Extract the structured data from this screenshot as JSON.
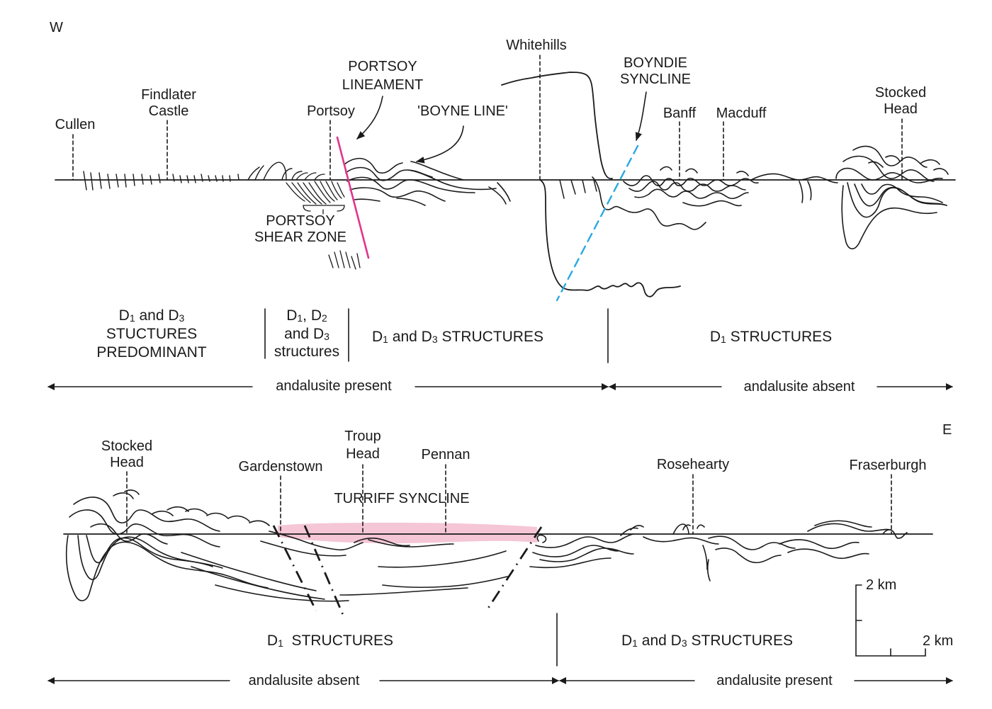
{
  "west_section": {
    "direction": "W",
    "places": {
      "cullen": "Cullen",
      "findlater_castle_1": "Findlater",
      "findlater_castle_2": "Castle",
      "portsoy": "Portsoy",
      "whitehills": "Whitehills",
      "banff": "Banff",
      "macduff": "Macduff",
      "stocked_head_1": "Stocked",
      "stocked_head_2": "Head"
    },
    "features": {
      "portsoy_lineament_1": "PORTSOY",
      "portsoy_lineament_2": "LINEAMENT",
      "boyne_line": "'BOYNE LINE'",
      "boyndie_syncline_1": "BOYNDIE",
      "boyndie_syncline_2": "SYNCLINE",
      "portsoy_shear_zone_1": "PORTSOY",
      "portsoy_shear_zone_2": "SHEAR ZONE"
    },
    "structures": {
      "zone1_line1_pre": "D",
      "zone1_line1_sub1": "1",
      "zone1_line1_mid": " and D",
      "zone1_line1_sub2": "3",
      "zone1_line2": "STUCTURES",
      "zone1_line3": "PREDOMINANT",
      "zone2_line1_pre": "D",
      "zone2_line1_sub1": "1",
      "zone2_line1_mid": ", D",
      "zone2_line1_sub2": "2",
      "zone2_line2_pre": "and D",
      "zone2_line2_sub": "3",
      "zone2_line3": "structures",
      "zone3_pre": "D",
      "zone3_sub1": "1",
      "zone3_mid": " and D",
      "zone3_sub2": "3",
      "zone3_post": " STRUCTURES",
      "zone4_pre": "D",
      "zone4_sub": "1",
      "zone4_post": " STRUCTURES"
    },
    "andalusite": {
      "present": "andalusite present",
      "absent": "andalusite absent"
    },
    "colors": {
      "portsoy_lineament": "#e2348c",
      "boyndie_syncline_axis": "#29a8e0"
    }
  },
  "east_section": {
    "direction": "E",
    "places": {
      "stocked_head_1": "Stocked",
      "stocked_head_2": "Head",
      "gardenstown": "Gardenstown",
      "troup_head_1": "Troup",
      "troup_head_2": "Head",
      "pennan": "Pennan",
      "rosehearty": "Rosehearty",
      "fraserburgh": "Fraserburgh"
    },
    "features": {
      "turriff_syncline": "TURRIFF SYNCLINE"
    },
    "structures": {
      "zone1_pre": "D",
      "zone1_sub": "1",
      "zone1_post": "  STRUCTURES",
      "zone2_pre": "D",
      "zone2_sub1": "1",
      "zone2_mid": " and D",
      "zone2_sub2": "3",
      "zone2_post": " STRUCTURES"
    },
    "andalusite": {
      "absent": "andalusite absent",
      "present": "andalusite present"
    },
    "scale": {
      "vertical": "2 km",
      "horizontal": "2 km"
    },
    "colors": {
      "turriff_syncline_fill": "#f5c6d6"
    }
  }
}
